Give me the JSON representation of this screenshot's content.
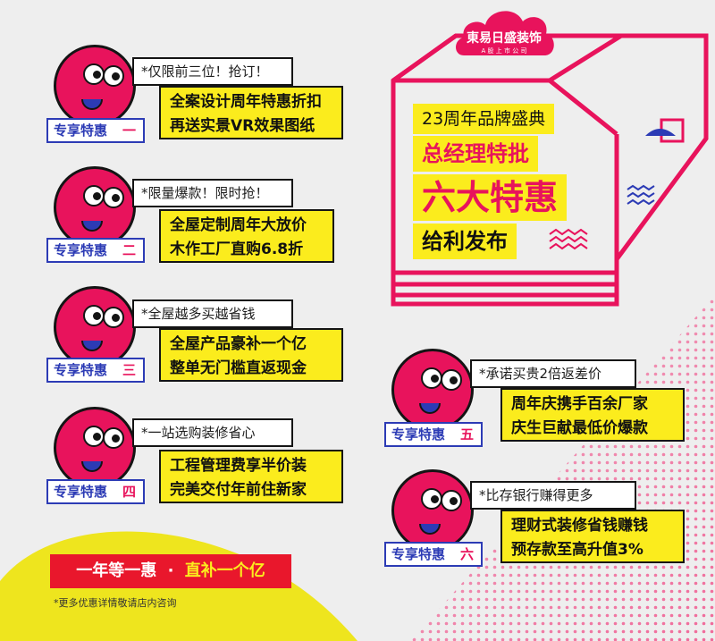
{
  "brand": {
    "name": "東易日盛装饰",
    "sub": "A 股 上 市 公 司",
    "color": "#e8135c"
  },
  "headline": {
    "line1": "23周年品牌盛典",
    "line2": "总经理特批",
    "line3": "六大特惠",
    "line4": "给利发布"
  },
  "offers": [
    {
      "note": "*仅限前三位！抢订！",
      "line1": "全案设计周年特惠折扣",
      "line2": "再送实景VR效果图纸",
      "tag": "专享特惠",
      "num": "一"
    },
    {
      "note": "*限量爆款！限时抢！",
      "line1": "全屋定制周年大放价",
      "line2": "木作工厂直购6.8折",
      "tag": "专享特惠",
      "num": "二"
    },
    {
      "note": "*全屋越多买越省钱",
      "line1": "全屋产品豪补一个亿",
      "line2": "整单无门槛直返现金",
      "tag": "专享特惠",
      "num": "三"
    },
    {
      "note": "*一站选购装修省心",
      "line1": "工程管理费享半价装",
      "line2": "完美交付年前住新家",
      "tag": "专享特惠",
      "num": "四"
    },
    {
      "note": "*承诺买贵2倍返差价",
      "line1": "周年庆携手百余厂家",
      "line2": "庆生巨献最低价爆款",
      "tag": "专享特惠",
      "num": "五"
    },
    {
      "note": "*比存银行赚得更多",
      "line1": "理财式装修省钱赚钱",
      "line2": "预存款至高升值3%",
      "tag": "专享特惠",
      "num": "六"
    }
  ],
  "banner": {
    "part1": "一年等一惠",
    "dot": "·",
    "part2": "直补一个亿"
  },
  "footnote": "*更多优惠详情敬请店内咨询",
  "colors": {
    "pink": "#e8135c",
    "yellow": "#fbec1d",
    "blue": "#2c3bb5",
    "ink": "#141414",
    "bg": "#eeeeee"
  }
}
